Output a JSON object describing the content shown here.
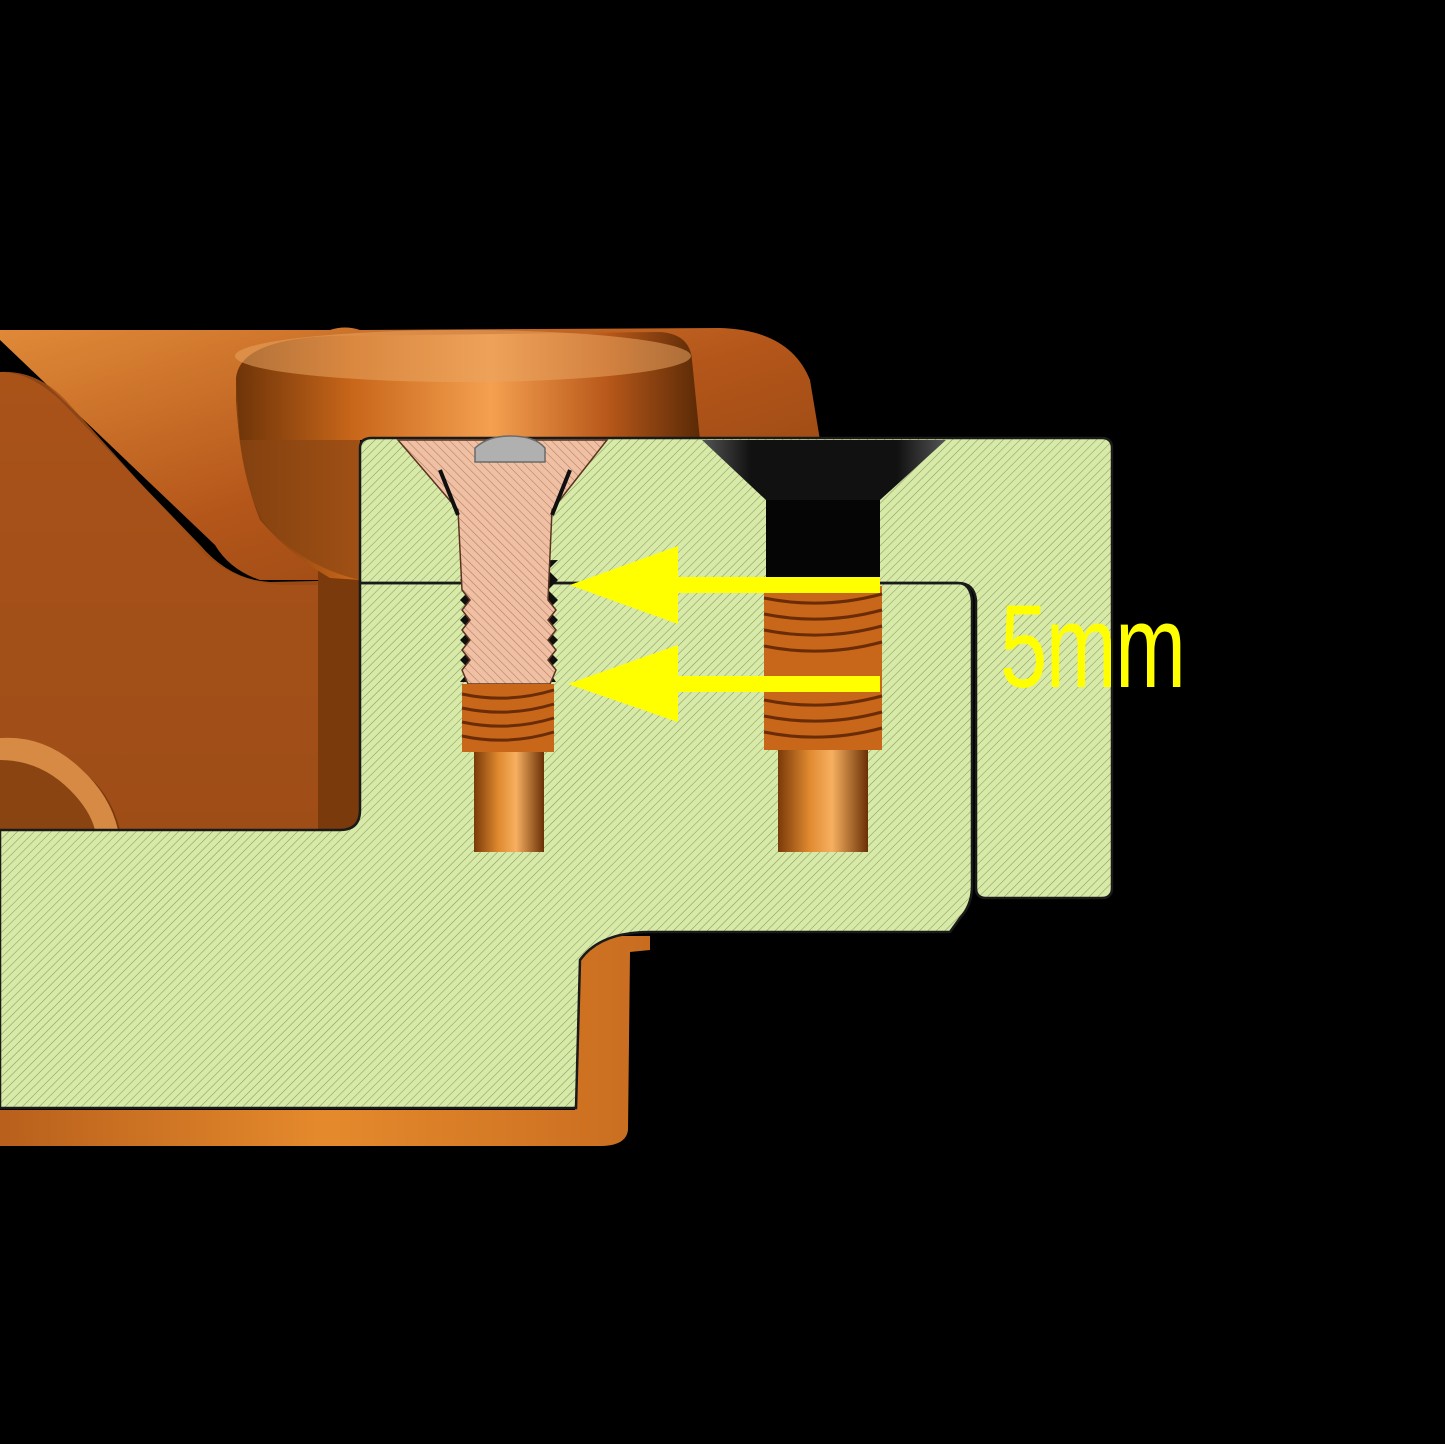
{
  "dimension": {
    "label": "5mm"
  },
  "colors": {
    "background": "#000000",
    "section_fill": "#d8eaa8",
    "section_hatch": "#7a8a55",
    "body_orange": "#d9771c",
    "body_dark": "#8a4310",
    "screw_fill": "#e8b69a",
    "screw_hatch": "#a86f52",
    "arrow": "#ffff00"
  },
  "icons": {
    "screw": "countersunk-screw",
    "arrows": "left-arrow"
  }
}
